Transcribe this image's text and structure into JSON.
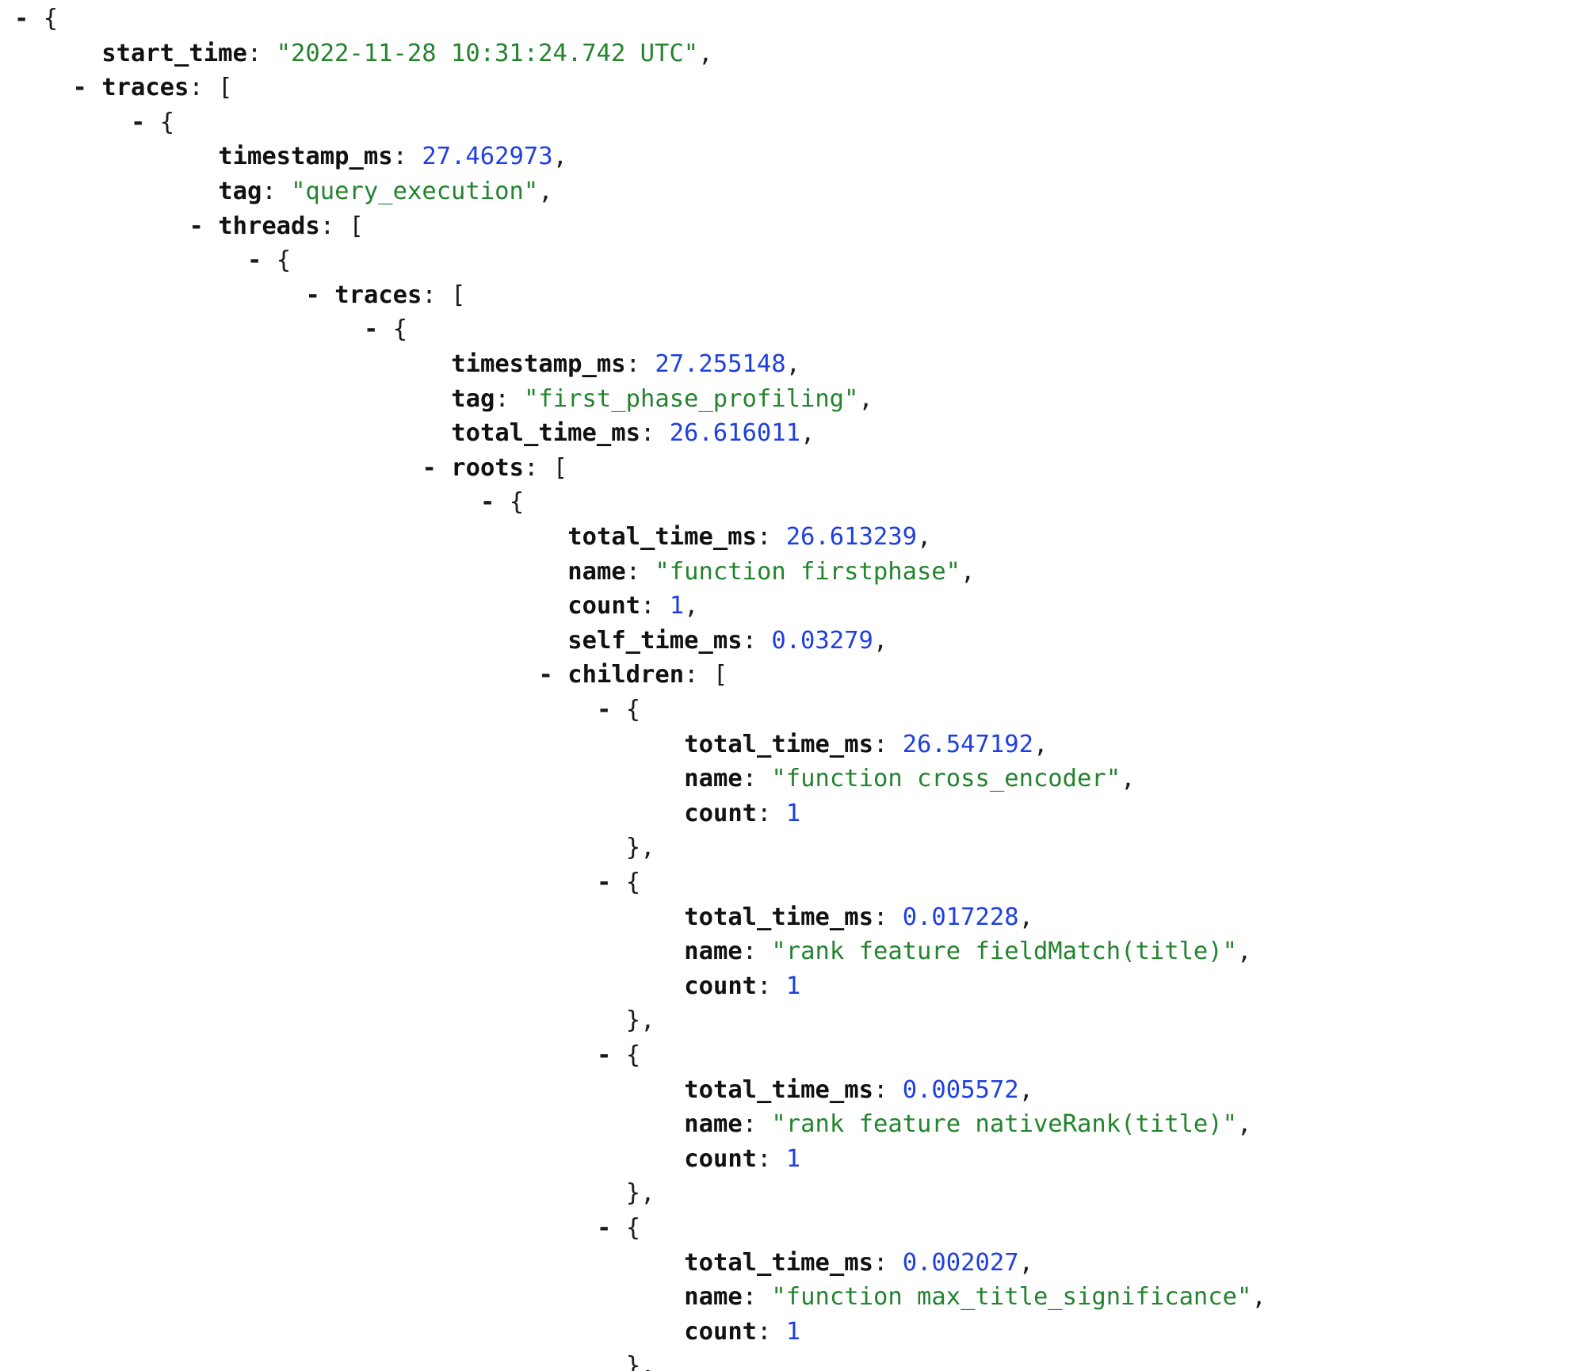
{
  "colors": {
    "key": "#111111",
    "string": "#23832e",
    "number": "#1f3fe0",
    "punctuation": "#1a1a1a",
    "background": "#ffffff"
  },
  "lines": [
    {
      "toggle": "-",
      "text": "{",
      "depth": 0
    },
    {
      "key": "start_time",
      "value": "\"2022-11-28 10:31:24.742 UTC\"",
      "type": "str",
      "comma": true,
      "depth": 1
    },
    {
      "toggle": "-",
      "key": "traces",
      "text": "[",
      "depth": 1
    },
    {
      "toggle": "-",
      "text": "{",
      "depth": 2
    },
    {
      "key": "timestamp_ms",
      "value": "27.462973",
      "type": "num",
      "comma": true,
      "depth": 3
    },
    {
      "key": "tag",
      "value": "\"query_execution\"",
      "type": "str",
      "comma": true,
      "depth": 3
    },
    {
      "toggle": "-",
      "key": "threads",
      "text": "[",
      "depth": 3
    },
    {
      "toggle": "-",
      "text": "{",
      "depth": 4
    },
    {
      "toggle": "-",
      "key": "traces",
      "text": "[",
      "depth": 5
    },
    {
      "toggle": "-",
      "text": "{",
      "depth": 6
    },
    {
      "key": "timestamp_ms",
      "value": "27.255148",
      "type": "num",
      "comma": true,
      "depth": 7
    },
    {
      "key": "tag",
      "value": "\"first_phase_profiling\"",
      "type": "str",
      "comma": true,
      "depth": 7
    },
    {
      "key": "total_time_ms",
      "value": "26.616011",
      "type": "num",
      "comma": true,
      "depth": 7
    },
    {
      "toggle": "-",
      "key": "roots",
      "text": "[",
      "depth": 7
    },
    {
      "toggle": "-",
      "text": "{",
      "depth": 8
    },
    {
      "key": "total_time_ms",
      "value": "26.613239",
      "type": "num",
      "comma": true,
      "depth": 9
    },
    {
      "key": "name",
      "value": "\"function firstphase\"",
      "type": "str",
      "comma": true,
      "depth": 9
    },
    {
      "key": "count",
      "value": "1",
      "type": "num",
      "comma": true,
      "depth": 9
    },
    {
      "key": "self_time_ms",
      "value": "0.03279",
      "type": "num",
      "comma": true,
      "depth": 9
    },
    {
      "toggle": "-",
      "key": "children",
      "text": "[",
      "depth": 9
    },
    {
      "toggle": "-",
      "text": "{",
      "depth": 10
    },
    {
      "key": "total_time_ms",
      "value": "26.547192",
      "type": "num",
      "comma": true,
      "depth": 11
    },
    {
      "key": "name",
      "value": "\"function cross_encoder\"",
      "type": "str",
      "comma": true,
      "depth": 11
    },
    {
      "key": "count",
      "value": "1",
      "type": "num",
      "comma": false,
      "depth": 11
    },
    {
      "text": "},",
      "depth": 10
    },
    {
      "toggle": "-",
      "text": "{",
      "depth": 10
    },
    {
      "key": "total_time_ms",
      "value": "0.017228",
      "type": "num",
      "comma": true,
      "depth": 11
    },
    {
      "key": "name",
      "value": "\"rank feature fieldMatch(title)\"",
      "type": "str",
      "comma": true,
      "depth": 11
    },
    {
      "key": "count",
      "value": "1",
      "type": "num",
      "comma": false,
      "depth": 11
    },
    {
      "text": "},",
      "depth": 10
    },
    {
      "toggle": "-",
      "text": "{",
      "depth": 10
    },
    {
      "key": "total_time_ms",
      "value": "0.005572",
      "type": "num",
      "comma": true,
      "depth": 11
    },
    {
      "key": "name",
      "value": "\"rank feature nativeRank(title)\"",
      "type": "str",
      "comma": true,
      "depth": 11
    },
    {
      "key": "count",
      "value": "1",
      "type": "num",
      "comma": false,
      "depth": 11
    },
    {
      "text": "},",
      "depth": 10
    },
    {
      "toggle": "-",
      "text": "{",
      "depth": 10
    },
    {
      "key": "total_time_ms",
      "value": "0.002027",
      "type": "num",
      "comma": true,
      "depth": 11
    },
    {
      "key": "name",
      "value": "\"function max_title_significance\"",
      "type": "str",
      "comma": true,
      "depth": 11
    },
    {
      "key": "count",
      "value": "1",
      "type": "num",
      "comma": false,
      "depth": 11
    },
    {
      "text": "},",
      "depth": 10
    },
    {
      "toggle": "-",
      "text": "{",
      "depth": 10
    }
  ]
}
